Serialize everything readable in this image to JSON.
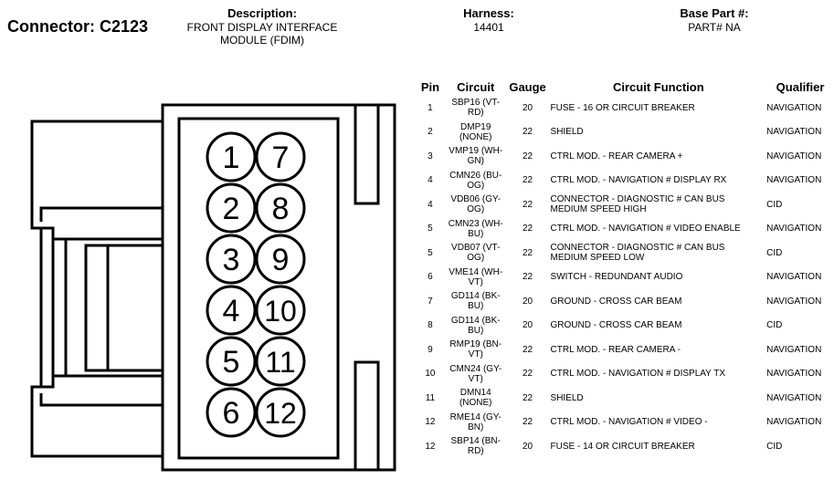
{
  "header": {
    "connector_label": "Connector:",
    "connector_id": "C2123",
    "description_label": "Description:",
    "description_line1": "FRONT DISPLAY INTERFACE",
    "description_line2": "MODULE (FDIM)",
    "harness_label": "Harness:",
    "harness_value": "14401",
    "base_part_label": "Base Part #:",
    "base_part_value": "PART# NA"
  },
  "diagram": {
    "pin_labels_left": [
      "1",
      "2",
      "3",
      "4",
      "5",
      "6"
    ],
    "pin_labels_right": [
      "7",
      "8",
      "9",
      "10",
      "11",
      "12"
    ]
  },
  "table": {
    "headers": {
      "pin": "Pin",
      "circuit": "Circuit",
      "gauge": "Gauge",
      "function": "Circuit Function",
      "qualifier": "Qualifier"
    },
    "rows": [
      {
        "pin": "1",
        "circuit1": "SBP16 (VT-",
        "circuit2": "RD)",
        "gauge": "20",
        "function1": "FUSE - 16 OR CIRCUIT BREAKER",
        "function2": "",
        "qualifier": "NAVIGATION"
      },
      {
        "pin": "2",
        "circuit1": "DMP19",
        "circuit2": "(NONE)",
        "gauge": "22",
        "function1": "SHIELD",
        "function2": "",
        "qualifier": "NAVIGATION"
      },
      {
        "pin": "3",
        "circuit1": "VMP19 (WH-",
        "circuit2": "GN)",
        "gauge": "22",
        "function1": "CTRL MOD. - REAR CAMERA +",
        "function2": "",
        "qualifier": "NAVIGATION"
      },
      {
        "pin": "4",
        "circuit1": "CMN26 (BU-",
        "circuit2": "OG)",
        "gauge": "22",
        "function1": "CTRL MOD. - NAVIGATION # DISPLAY RX",
        "function2": "",
        "qualifier": "NAVIGATION"
      },
      {
        "pin": "4",
        "circuit1": "VDB06 (GY-",
        "circuit2": "OG)",
        "gauge": "22",
        "function1": "CONNECTOR - DIAGNOSTIC # CAN BUS",
        "function2": "MEDIUM SPEED HIGH",
        "qualifier": "CID"
      },
      {
        "pin": "5",
        "circuit1": "CMN23 (WH-",
        "circuit2": "BU)",
        "gauge": "22",
        "function1": "CTRL MOD. - NAVIGATION # VIDEO ENABLE",
        "function2": "",
        "qualifier": "NAVIGATION"
      },
      {
        "pin": "5",
        "circuit1": "VDB07 (VT-",
        "circuit2": "OG)",
        "gauge": "22",
        "function1": "CONNECTOR - DIAGNOSTIC # CAN BUS",
        "function2": "MEDIUM SPEED LOW",
        "qualifier": "CID"
      },
      {
        "pin": "6",
        "circuit1": "VME14 (WH-",
        "circuit2": "VT)",
        "gauge": "22",
        "function1": "SWITCH - REDUNDANT AUDIO",
        "function2": "",
        "qualifier": "NAVIGATION"
      },
      {
        "pin": "7",
        "circuit1": "GD114 (BK-",
        "circuit2": "BU)",
        "gauge": "20",
        "function1": "GROUND - CROSS CAR BEAM",
        "function2": "",
        "qualifier": "NAVIGATION"
      },
      {
        "pin": "8",
        "circuit1": "GD114 (BK-",
        "circuit2": "BU)",
        "gauge": "20",
        "function1": "GROUND - CROSS CAR BEAM",
        "function2": "",
        "qualifier": "CID"
      },
      {
        "pin": "9",
        "circuit1": "RMP19 (BN-",
        "circuit2": "VT)",
        "gauge": "22",
        "function1": "CTRL MOD. - REAR CAMERA -",
        "function2": "",
        "qualifier": "NAVIGATION"
      },
      {
        "pin": "10",
        "circuit1": "CMN24 (GY-",
        "circuit2": "VT)",
        "gauge": "22",
        "function1": "CTRL MOD. - NAVIGATION # DISPLAY TX",
        "function2": "",
        "qualifier": "NAVIGATION"
      },
      {
        "pin": "11",
        "circuit1": "DMN14",
        "circuit2": "(NONE)",
        "gauge": "22",
        "function1": "SHIELD",
        "function2": "",
        "qualifier": "NAVIGATION"
      },
      {
        "pin": "12",
        "circuit1": "RME14 (GY-",
        "circuit2": "BN)",
        "gauge": "22",
        "function1": "CTRL MOD. - NAVIGATION # VIDEO -",
        "function2": "",
        "qualifier": "NAVIGATION"
      },
      {
        "pin": "12",
        "circuit1": "SBP14 (BN-",
        "circuit2": "RD)",
        "gauge": "20",
        "function1": "FUSE - 14 OR CIRCUIT BREAKER",
        "function2": "",
        "qualifier": "CID"
      }
    ]
  }
}
